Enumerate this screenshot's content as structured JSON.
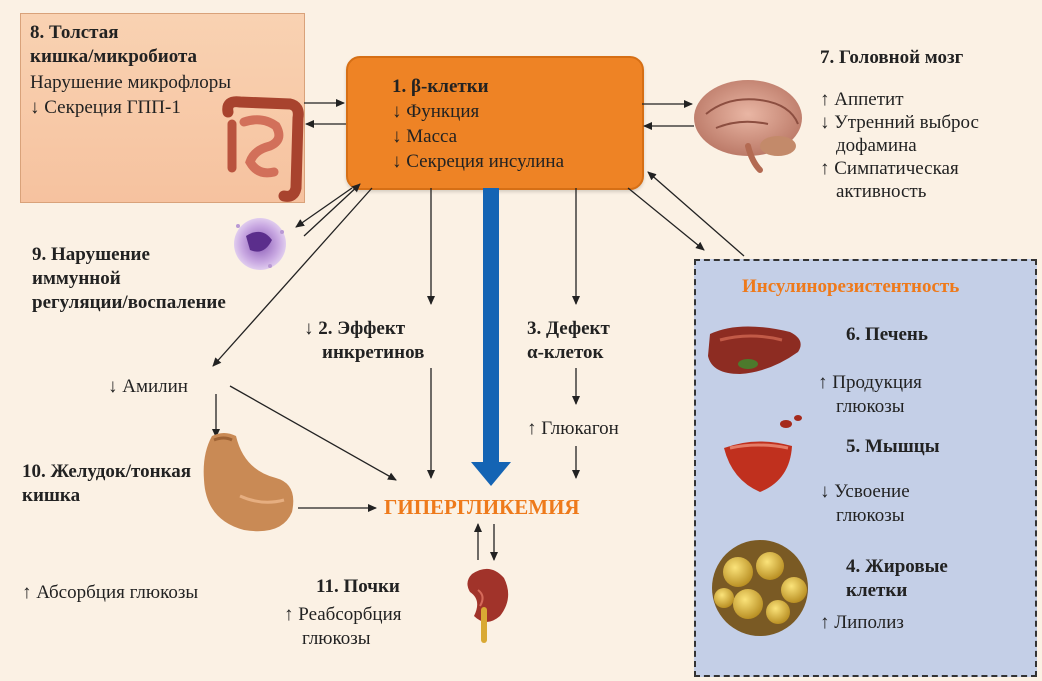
{
  "nodes": {
    "beta_cells": {
      "title": "1. β-клетки",
      "lines": [
        "↓ Функция",
        "↓ Масса",
        "↓ Секреция инсулина"
      ]
    },
    "incretin": {
      "title_l1": "↓ 2. Эффект",
      "title_l2": "инкретинов"
    },
    "alpha_cells": {
      "title_l1": "3. Дефект",
      "title_l2": "α-клеток",
      "effect": "↑ Глюкагон"
    },
    "insulin_resistance": {
      "title": "Инсулинорезистентность",
      "fat": {
        "title_l1": "4. Жировые",
        "title_l2": "клетки",
        "lines": [
          "↑ Липолиз"
        ]
      },
      "muscle": {
        "title": "5. Мышцы",
        "lines": [
          "↓ Усвоение",
          "глюкозы"
        ]
      },
      "liver": {
        "title": "6. Печень",
        "lines": [
          "↑ Продукция",
          "глюкозы"
        ]
      }
    },
    "brain": {
      "title": "7. Головной мозг",
      "lines": [
        "↑ Аппетит",
        "↓ Утренний выброс",
        "дофамина",
        "↑ Симпатическая",
        "активность"
      ]
    },
    "colon": {
      "title_l1": "8. Толстая",
      "title_l2": "кишка/микробиота",
      "lines": [
        "Нарушение микрофлоры",
        "↓ Секреция ГПП-1"
      ]
    },
    "immune": {
      "lines": [
        "9. Нарушение",
        "иммунной",
        "регуляции/воспаление"
      ]
    },
    "stomach": {
      "title_l1": "10. Желудок/тонкая",
      "title_l2": "кишка",
      "amylin": "↓ Амилин",
      "effect": "↑ Абсорбция глюкозы"
    },
    "kidney": {
      "title": "11. Почки",
      "lines": [
        "↑ Реабсорбция",
        "глюкозы"
      ]
    },
    "center": {
      "title": "ГИПЕРГЛИКЕМИЯ"
    }
  },
  "icons": [
    "colon-icon",
    "brain-icon",
    "immune-cell-icon",
    "liver-icon",
    "muscle-icon",
    "fat-cells-icon",
    "stomach-icon",
    "kidney-icon"
  ],
  "colors": {
    "beta_box": "#ee8325",
    "colon_box": "#f7c8a5",
    "ir_box": "#c4cfe7",
    "center_text": "#ee7a1b",
    "main_arrow": "#1464b4"
  }
}
